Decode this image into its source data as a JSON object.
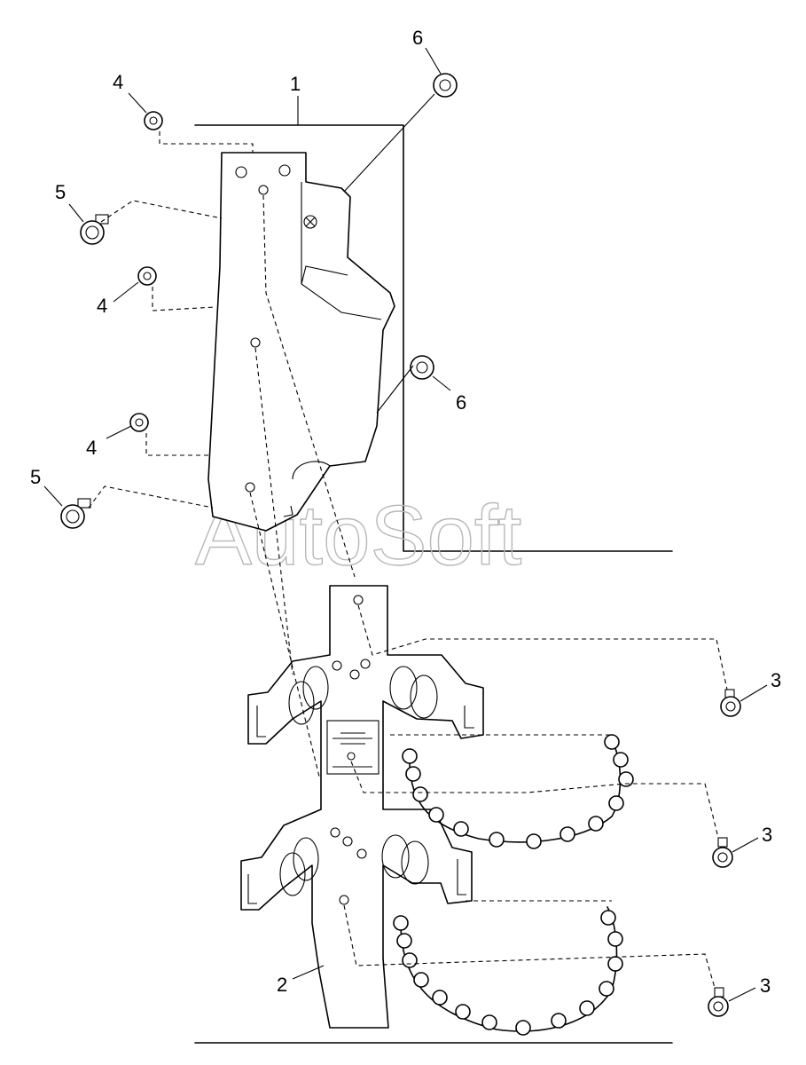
{
  "watermark": "AutoSoft",
  "callouts": {
    "c1": "1",
    "c2": "2",
    "c3a": "3",
    "c3b": "3",
    "c3c": "3",
    "c4a": "4",
    "c4b": "4",
    "c4c": "4",
    "c5a": "5",
    "c5b": "5",
    "c6a": "6",
    "c6b": "6"
  }
}
